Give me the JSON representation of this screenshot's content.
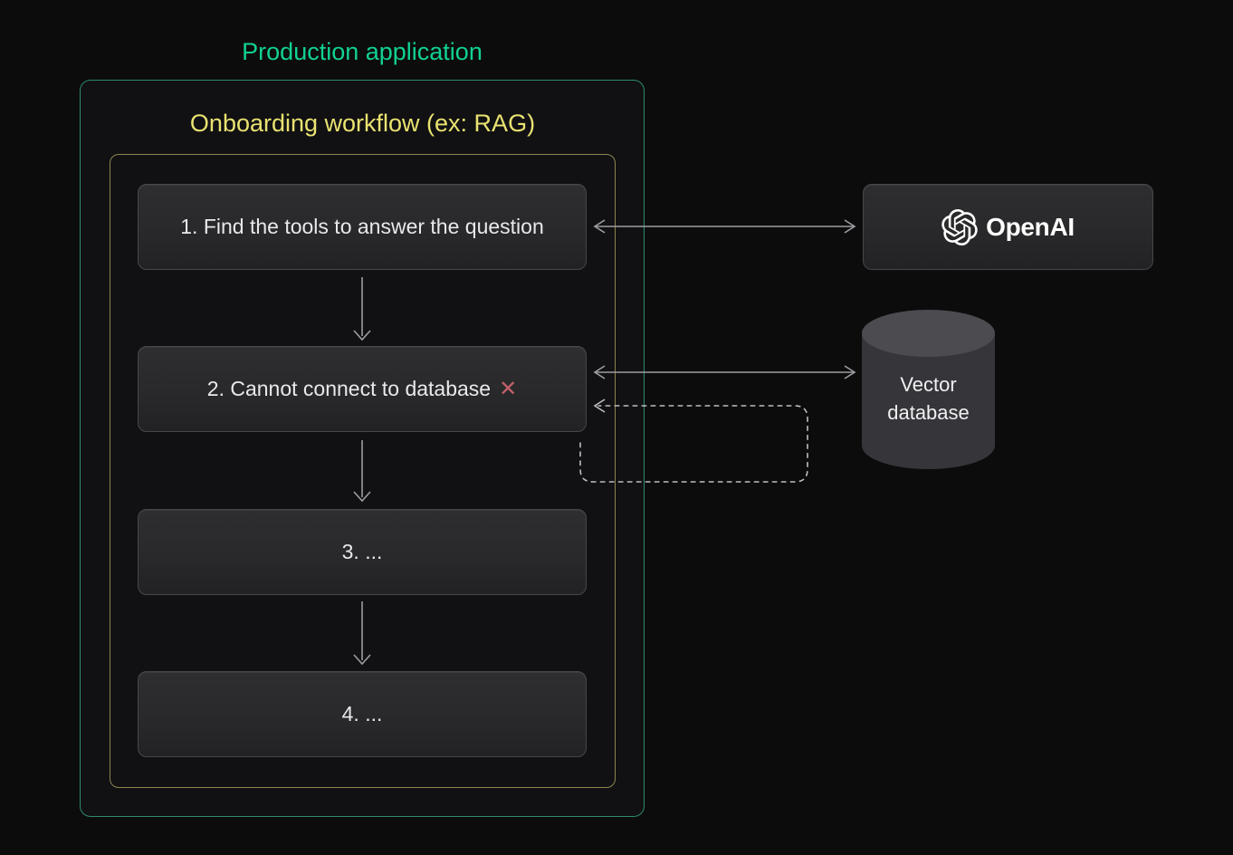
{
  "production_app": {
    "title": "Production application",
    "workflow": {
      "title": "Onboarding workflow (ex: RAG)",
      "steps": [
        {
          "label": "1. Find the tools to answer the question"
        },
        {
          "label": "2. Cannot connect to database",
          "status_icon": "✕",
          "status": "error"
        },
        {
          "label": "3. ..."
        },
        {
          "label": "4. ..."
        }
      ]
    }
  },
  "services": {
    "openai": {
      "label": "OpenAI"
    },
    "vector_db": {
      "label": "Vector database"
    }
  },
  "connections": [
    {
      "from": "step-1",
      "to": "step-2",
      "style": "solid-down"
    },
    {
      "from": "step-2",
      "to": "step-3",
      "style": "solid-down"
    },
    {
      "from": "step-3",
      "to": "step-4",
      "style": "solid-down"
    },
    {
      "from": "step-1",
      "to": "openai",
      "style": "solid-bidirectional"
    },
    {
      "from": "step-2",
      "to": "vector-db",
      "style": "solid-bidirectional"
    },
    {
      "from": "step-2-bottom",
      "to": "step-2-right",
      "style": "dashed-retry-loop"
    }
  ],
  "colors": {
    "accent_green": "#12d192",
    "border_green": "#2e8b6d",
    "accent_yellow": "#e9e271",
    "border_yellow": "#8b864f",
    "error_red": "#c2606a",
    "arrow_gray": "#9d9da1",
    "dashed_gray": "#bebec2",
    "box_border": "#47474b",
    "box_bg_top": "#2e2e30",
    "box_bg_mid": "#29292b",
    "box_bg_bottom": "#222224",
    "cylinder_body": "#35353a",
    "cylinder_top": "#4b4b50",
    "background": "#0c0c0d",
    "panel_bg": "#111113",
    "text_light": "#e9e9eb"
  }
}
